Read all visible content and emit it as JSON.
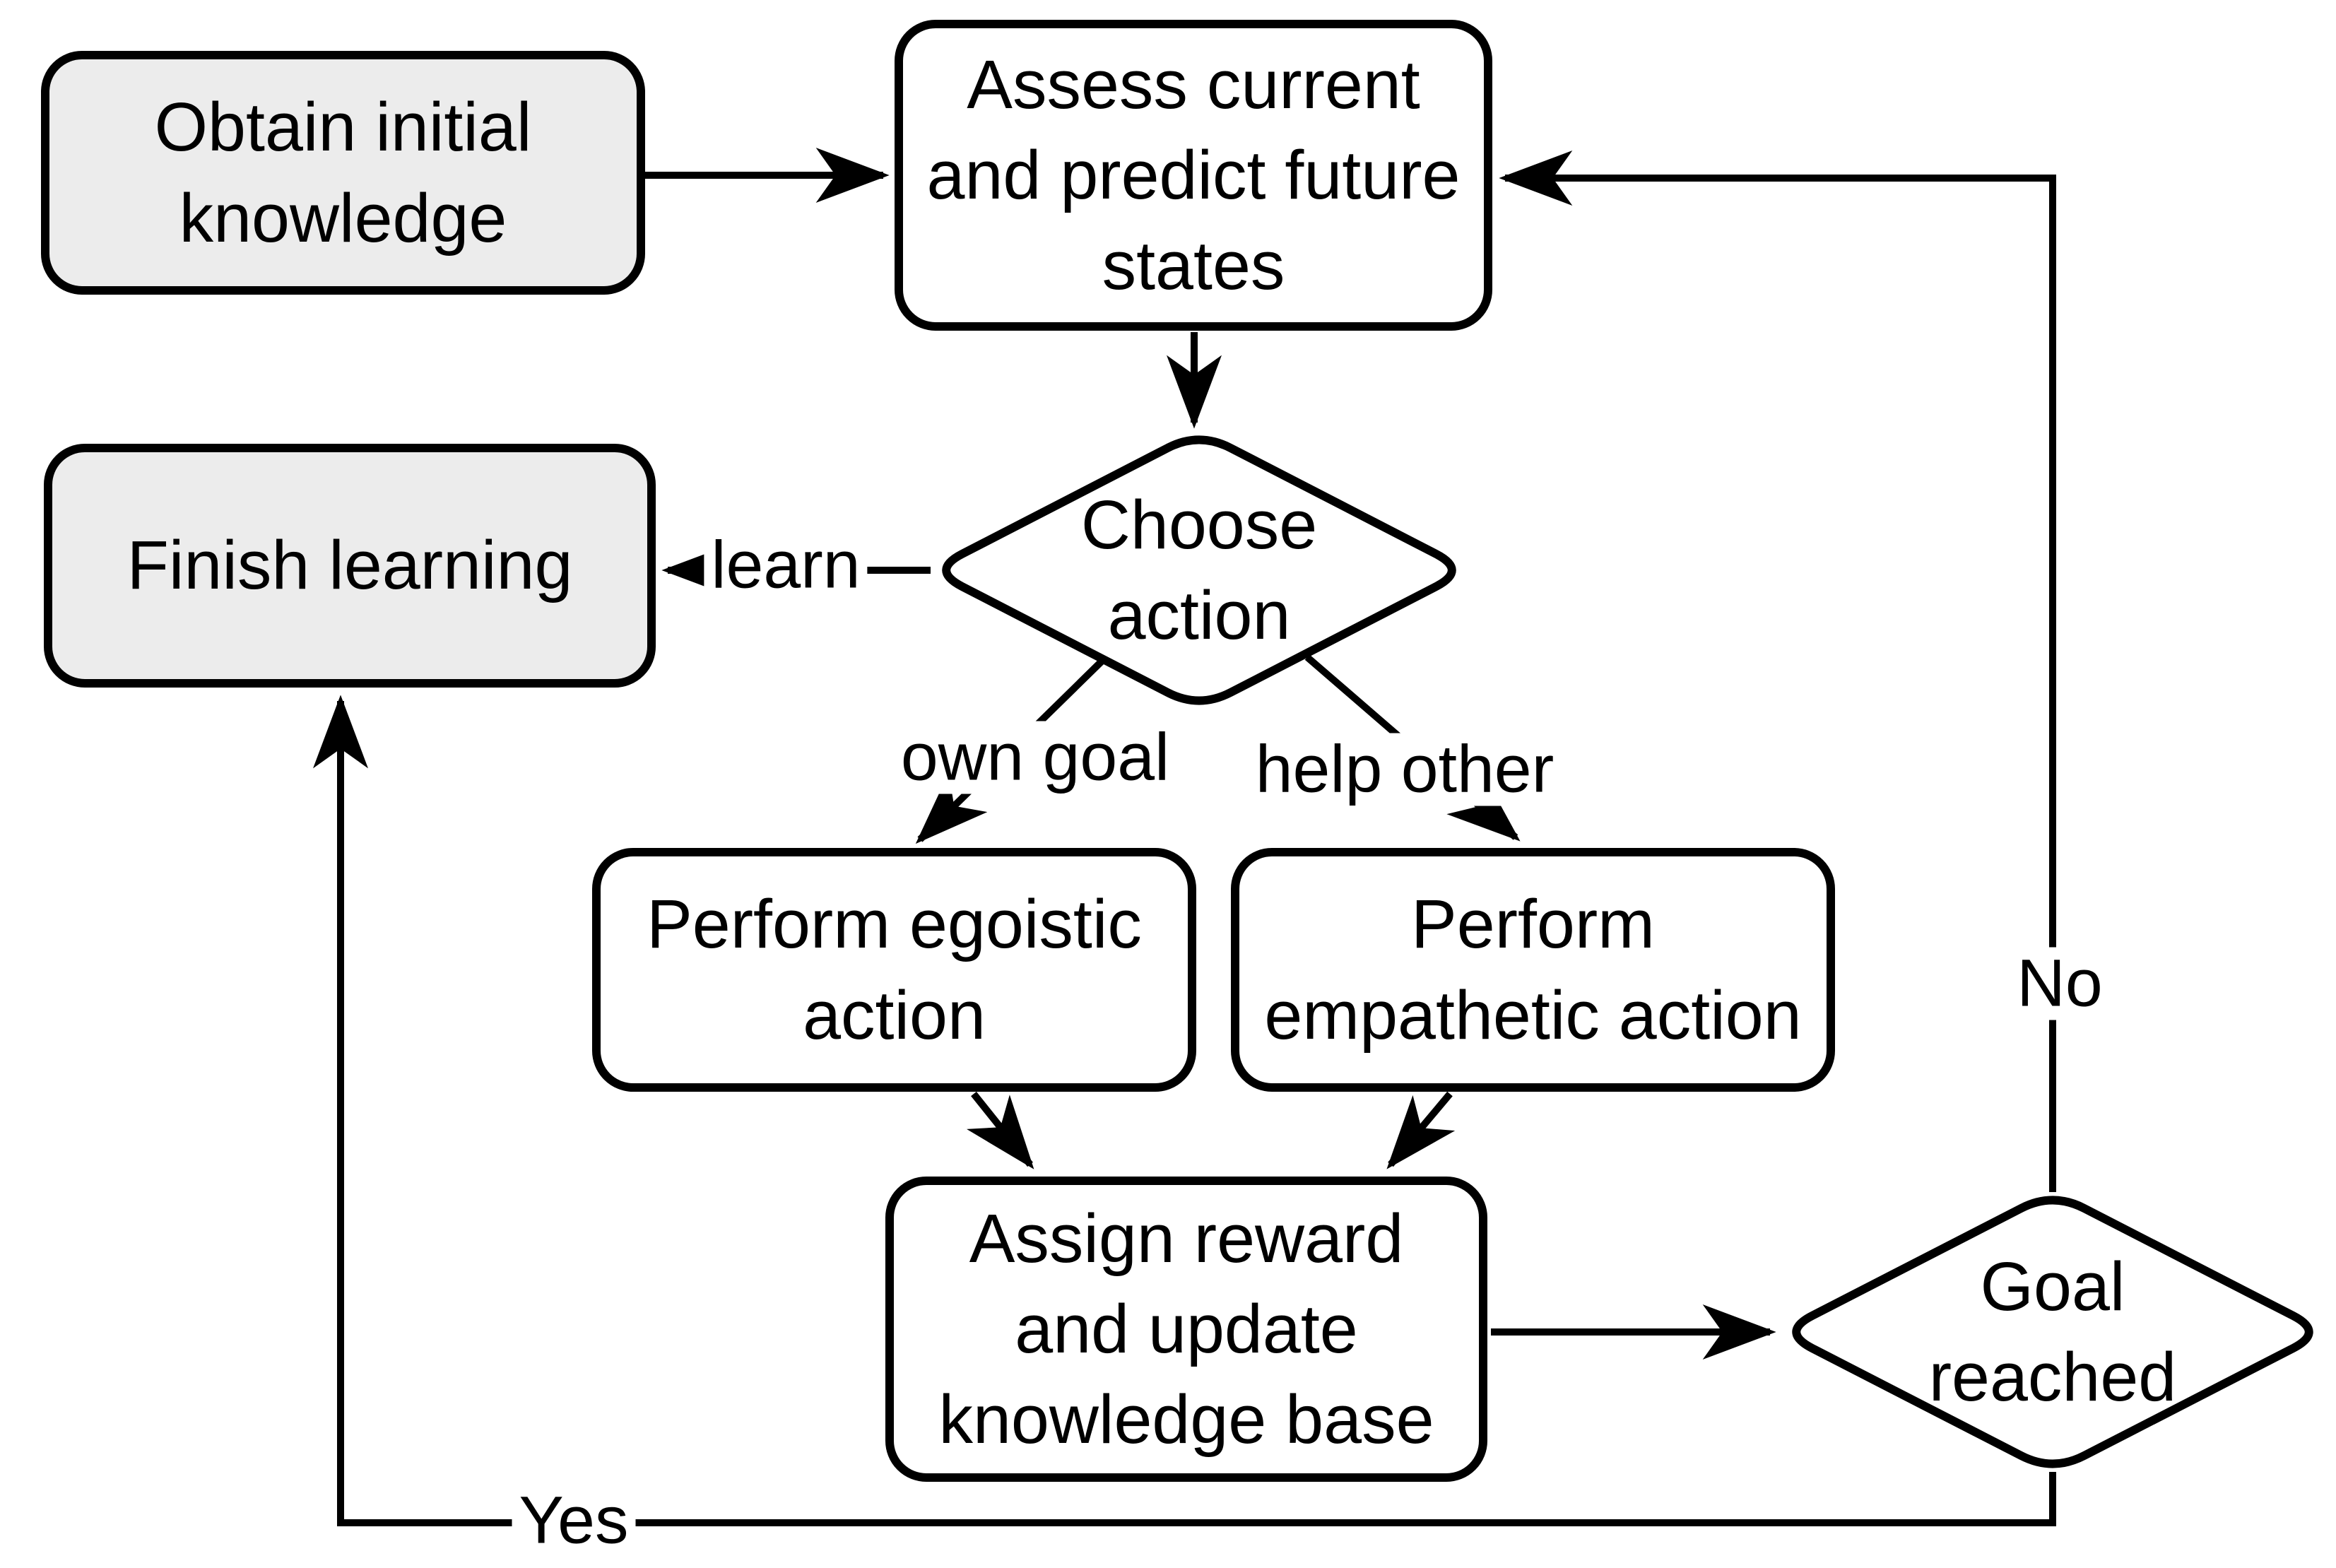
{
  "nodes": {
    "obtain": {
      "label": "Obtain initial\nknowledge"
    },
    "assess": {
      "label": "Assess current\nand predict future\nstates"
    },
    "choose": {
      "label": "Choose\naction"
    },
    "finish": {
      "label": "Finish learning"
    },
    "egoistic": {
      "label": "Perform egoistic\naction"
    },
    "empathetic": {
      "label": "Perform\nempathetic action"
    },
    "assign": {
      "label": "Assign reward\nand update\nknowledge base"
    },
    "goal": {
      "label": "Goal reached"
    }
  },
  "edge_labels": {
    "learn": "learn",
    "own_goal": "own goal",
    "help_other": "help other",
    "no": "No",
    "yes": "Yes"
  },
  "colors": {
    "stroke": "#000000",
    "terminal_fill": "#ececec",
    "process_fill": "#ffffff",
    "background": "#ffffff"
  }
}
